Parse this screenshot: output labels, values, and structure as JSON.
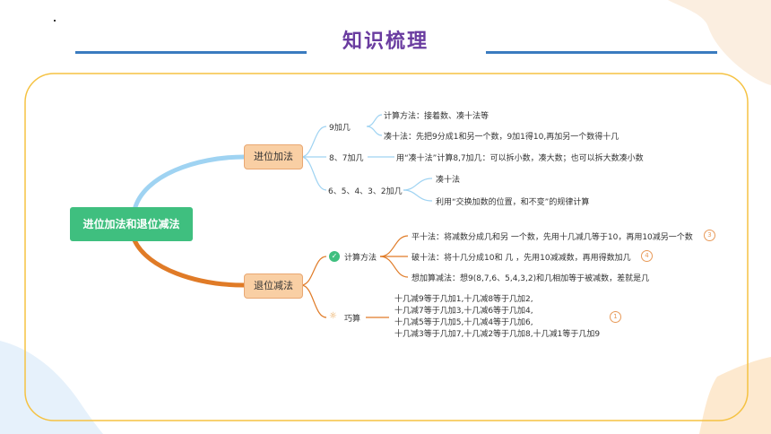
{
  "title": "知识梳理",
  "root": "进位加法和退位减法",
  "add": {
    "label": "进位加法",
    "b1": {
      "label": "9加几",
      "items": [
        "计算方法：接着数、凑十法等",
        "凑十法：先把9分成1和另一个数，9加1得10,再加另一个数得十几"
      ]
    },
    "b2": {
      "label": "8、7加几",
      "text": "用“凑十法”计算8,7加几：可以拆小数，凑大数；也可以拆大数凑小数"
    },
    "b3": {
      "label": "6、5、4、3、2加几",
      "items": [
        "凑十法",
        "利用“交换加数的位置，和不变”的规律计算"
      ]
    }
  },
  "sub": {
    "label": "退位减法",
    "b1": {
      "label": "计算方法",
      "items": [
        {
          "text": "平十法：将减数分成几和另 一个数，先用十几减几等于10，再用10减另一个数",
          "badge": "3"
        },
        {
          "text": "破十法：将十几分成10和 几 ，先用10减减数，再用得数加几",
          "badge": "4"
        },
        {
          "text": "想加算减法：想9(8,7,6、5,4,3,2)和几相加等于被减数，差就是几",
          "badge": ""
        }
      ]
    },
    "b2": {
      "label": "巧算",
      "lines": [
        "十几减9等于几加1,十几减8等于几加2,",
        "十几减7等于几加3,十几减6等于几加4,",
        "十几减5等于几加5,十几减4等于几加6,",
        "十几减3等于几加7,十几减2等于几加8,十几减1等于几加9"
      ],
      "badge": "1"
    }
  },
  "colors": {
    "title": "#6a3ca0",
    "root": "#3fbf7f",
    "blue_branch": "#9fd3f2",
    "orange_branch": "#e07b27",
    "frame": "#f5c242"
  }
}
